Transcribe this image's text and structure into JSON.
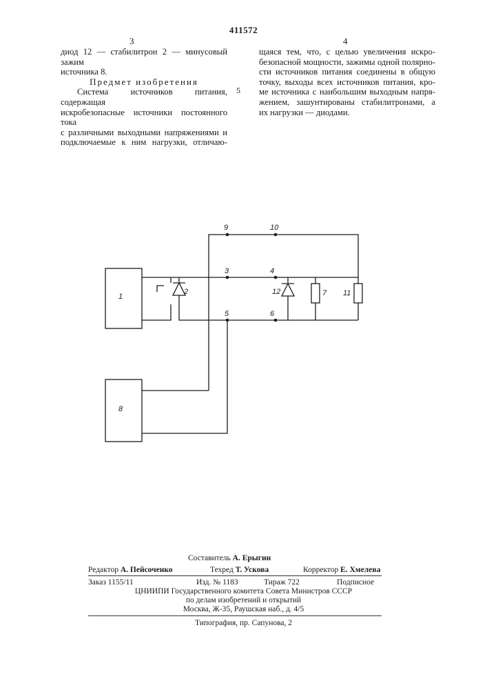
{
  "header": {
    "patent_number": "411572",
    "col_left_number": "3",
    "col_right_number": "4",
    "line_marker": "5"
  },
  "left_column": {
    "continuation": [
      "диод 12 — стабилитрон 2 — минусовый зажим",
      "источника 8."
    ],
    "section_title": "Предмет изобретения",
    "claim": [
      "Система источников питания, содержащая",
      "искробезопасные источники постоянного тока",
      "с различными выходными напряжениями и",
      "подключаемые к ним нагрузки, отличаю-"
    ]
  },
  "right_column": {
    "claim": [
      "щаяся тем, что, с целью увеличения искро-",
      "безопасной мощности, зажимы одной полярно-",
      "сти источников питания соединены в общую",
      "точку, выходы всех источников питания, кро-",
      "ме источника с наибольшим выходным напря-",
      "жением, зашунтированы стабилитронами, а",
      "их нагрузки — диодами."
    ]
  },
  "diagram": {
    "labels": {
      "block1": "1",
      "block8": "8",
      "zener2": "2",
      "node3": "3",
      "node4": "4",
      "node5": "5",
      "node6": "6",
      "load7": "7",
      "node9": "9",
      "node10": "10",
      "load11": "11",
      "diode12": "12"
    }
  },
  "imprint": {
    "compiler_label": "Составитель",
    "compiler_name": "А. Ерыгин",
    "editor_label": "Редактор",
    "editor_name": "А. Пейсоченко",
    "techred_label": "Техред",
    "techred_name": "Т. Ускова",
    "corrector_label": "Корректор",
    "corrector_name": "Е. Хмелева",
    "order": "Заказ 1155/11",
    "edition": "Изд. № 1183",
    "circulation": "Тираж 722",
    "subscription": "Подписное",
    "org_line1": "ЦНИИПИ Государственного комитета Совета Министров СССР",
    "org_line2": "по делам изобретений и открытий",
    "org_line3": "Москва, Ж-35, Раушская наб., д. 4/5",
    "printer": "Типография, пр. Сапунова, 2"
  }
}
